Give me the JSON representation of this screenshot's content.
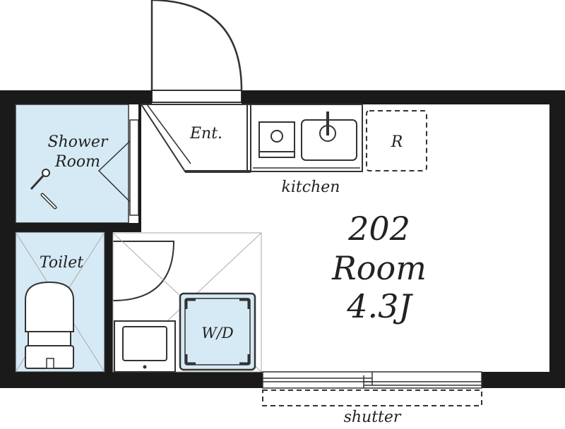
{
  "rooms": {
    "shower": {
      "line1": "Shower",
      "line2": "Room"
    },
    "toilet": "Toilet",
    "entrance": "Ent.",
    "kitchen": "kitchen",
    "refrigerator": "R",
    "washer": "W/D",
    "main": {
      "number": "202",
      "word": "Room",
      "size": "4.3J"
    }
  },
  "shutter": "shutter",
  "colors": {
    "wet_area": "#d6eaf5",
    "wall": "#1a1a1a",
    "line": "#333333"
  }
}
